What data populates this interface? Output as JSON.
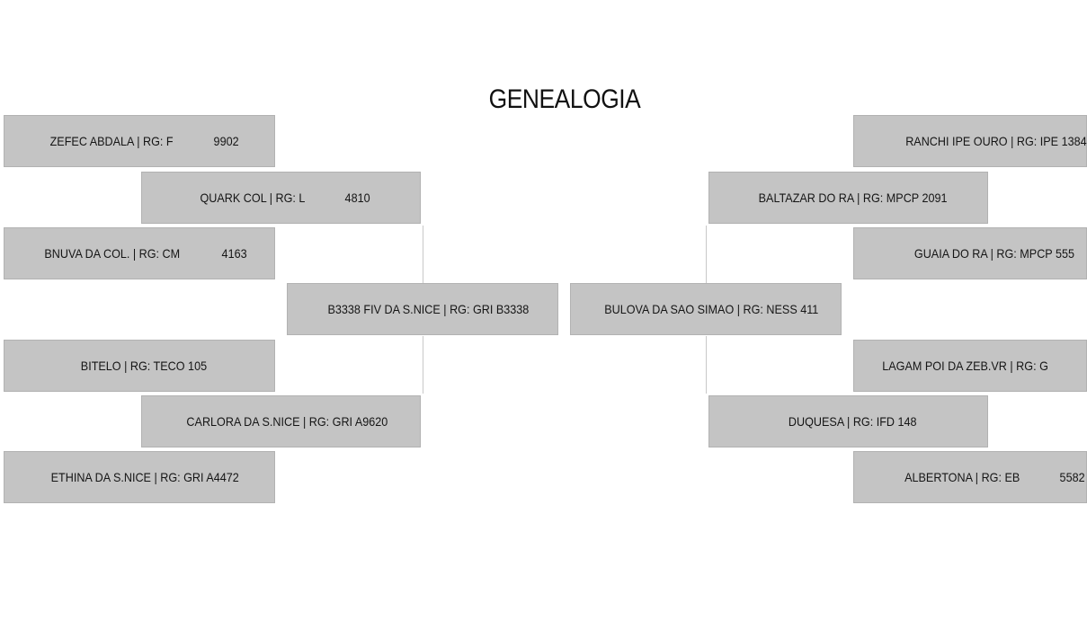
{
  "title": "GENEALOGIA",
  "left": {
    "grandsire_sire": {
      "name": "ZEFEC ABDALA | RG: F",
      "reg": "9902"
    },
    "sire_sire": {
      "name": "QUARK COL | RG: L",
      "reg": "4810"
    },
    "granddam_sire": {
      "name": "BNUVA DA COL. | RG: CM",
      "reg": "4163"
    },
    "sire": {
      "name": "B3338 FIV DA S.NICE | RG: GRI B3338"
    },
    "grandsire_dam": {
      "name": "BITELO | RG: TECO 105"
    },
    "dam_sire": {
      "name": "CARLORA DA S.NICE | RG: GRI A9620"
    },
    "granddam_dam": {
      "name": "ETHINA DA S.NICE | RG: GRI A4472"
    }
  },
  "right": {
    "grandsire_sire": {
      "name": "RANCHI IPE OURO | RG: IPE 1384"
    },
    "sire_sire": {
      "name": "BALTAZAR DO RA | RG: MPCP 2091"
    },
    "granddam_sire": {
      "name": "GUAIA DO RA | RG: MPCP 555"
    },
    "dam": {
      "name": "BULOVA DA SAO SIMAO | RG: NESS 411"
    },
    "grandsire_dam": {
      "name": "LAGAM POI DA ZEB.VR | RG: G"
    },
    "dam_dam": {
      "name": "DUQUESA | RG: IFD 148"
    },
    "granddam_dam": {
      "name": "ALBERTONA | RG: EB",
      "reg": "5582"
    }
  }
}
